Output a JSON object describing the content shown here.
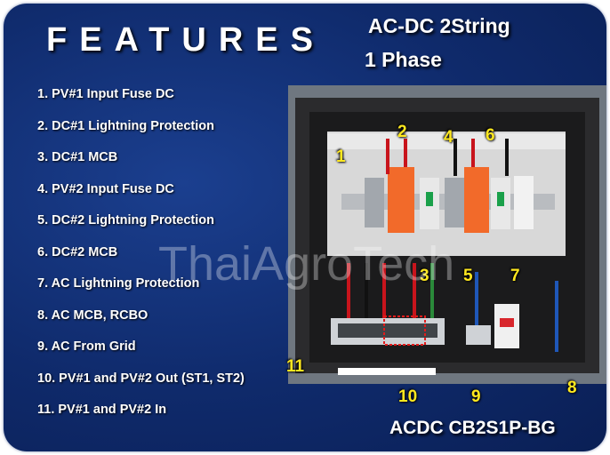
{
  "header": {
    "title": "FEATURES",
    "subtitle_line1": "AC-DC 2String",
    "subtitle_line2": "1 Phase"
  },
  "features": [
    "1.  PV#1  Input Fuse DC",
    "2.  DC#1 Lightning Protection",
    "3.  DC#1 MCB",
    "4.  PV#2  Input Fuse DC",
    "5.  DC#2 Lightning Protection",
    "6.  DC#2 MCB",
    "7.  AC Lightning Protection",
    "8.  AC MCB, RCBO",
    "9.  AC From Grid",
    "10. PV#1 and PV#2 Out (ST1, ST2)",
    "11. PV#1 and PV#2 In"
  ],
  "model": "ACDC CB2S1P-BG",
  "watermark": "ThaiAgroTech",
  "callouts": [
    "1",
    "2",
    "3",
    "4",
    "5",
    "6",
    "7",
    "8",
    "9",
    "10",
    "11"
  ],
  "colors": {
    "background": "#0f2a6b",
    "callout": "#ffe81f",
    "spd_orange": "#f26a2a"
  }
}
